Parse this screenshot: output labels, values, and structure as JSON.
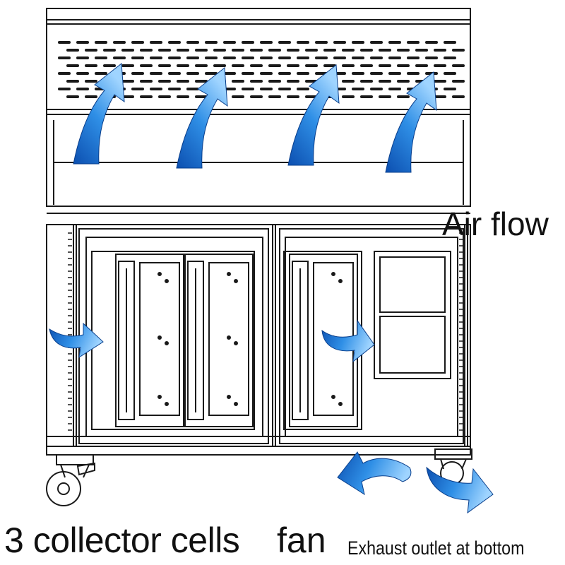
{
  "labels": {
    "air_flow": "Air flow",
    "collector_cells": "3 collector cells",
    "fan": "fan",
    "exhaust": "Exhaust outlet at bottom"
  },
  "colors": {
    "outline": "#1a1a1a",
    "arrow_light": "#9fd4ff",
    "arrow_mid": "#2f8fe6",
    "arrow_dark": "#0c4fb0"
  },
  "icons": [
    "air-flow-arrow-icon",
    "caster-wheel-icon"
  ],
  "components": {
    "collector_cell_count": 3,
    "fan_count": 1,
    "top_arrow_count": 4
  }
}
